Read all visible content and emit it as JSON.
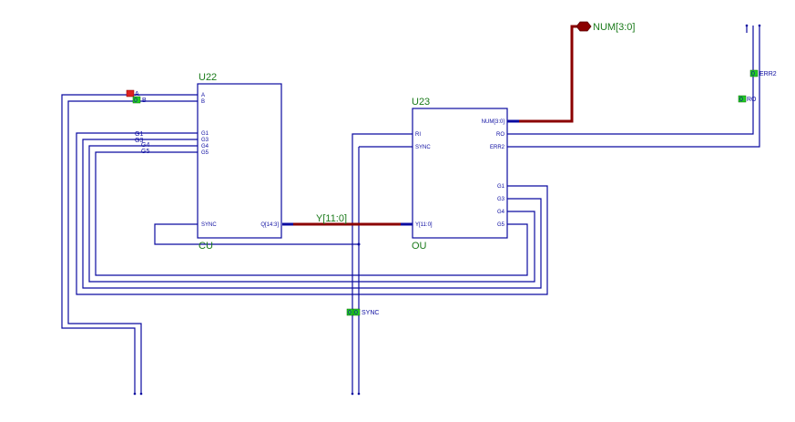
{
  "colors": {
    "wire": "#0b0ba0",
    "bus": "#8b0000",
    "label": "#1a7a1a",
    "io_green": "#22cc22",
    "io_red": "#dd2222"
  },
  "u22": {
    "ref": "U22",
    "name": "CU",
    "pins_left": [
      "A",
      "B",
      "G1",
      "G3",
      "G4",
      "G5",
      "SYNC"
    ],
    "pin_right": "Q[14:3]"
  },
  "u23": {
    "ref": "U23",
    "name": "OU",
    "pins_left": [
      "RI",
      "SYNC",
      "Y[11:0]"
    ],
    "pins_right": [
      "NUM[3:0]",
      "RO",
      "ERR2",
      "G1",
      "G3",
      "G4",
      "G5"
    ]
  },
  "nets": {
    "y_bus": "Y[11:0]",
    "num_port": "NUM[3:0]",
    "err2": "ERR2",
    "ro": "RO",
    "sync": "SYNC",
    "a": "A",
    "b": "B",
    "g1": "G1",
    "g3": "G3",
    "g4": "G4",
    "g5": "G5"
  },
  "io_values": {
    "err2": "0",
    "ro": "0",
    "sync_a": "0",
    "sync_b": "0",
    "b": "0"
  }
}
